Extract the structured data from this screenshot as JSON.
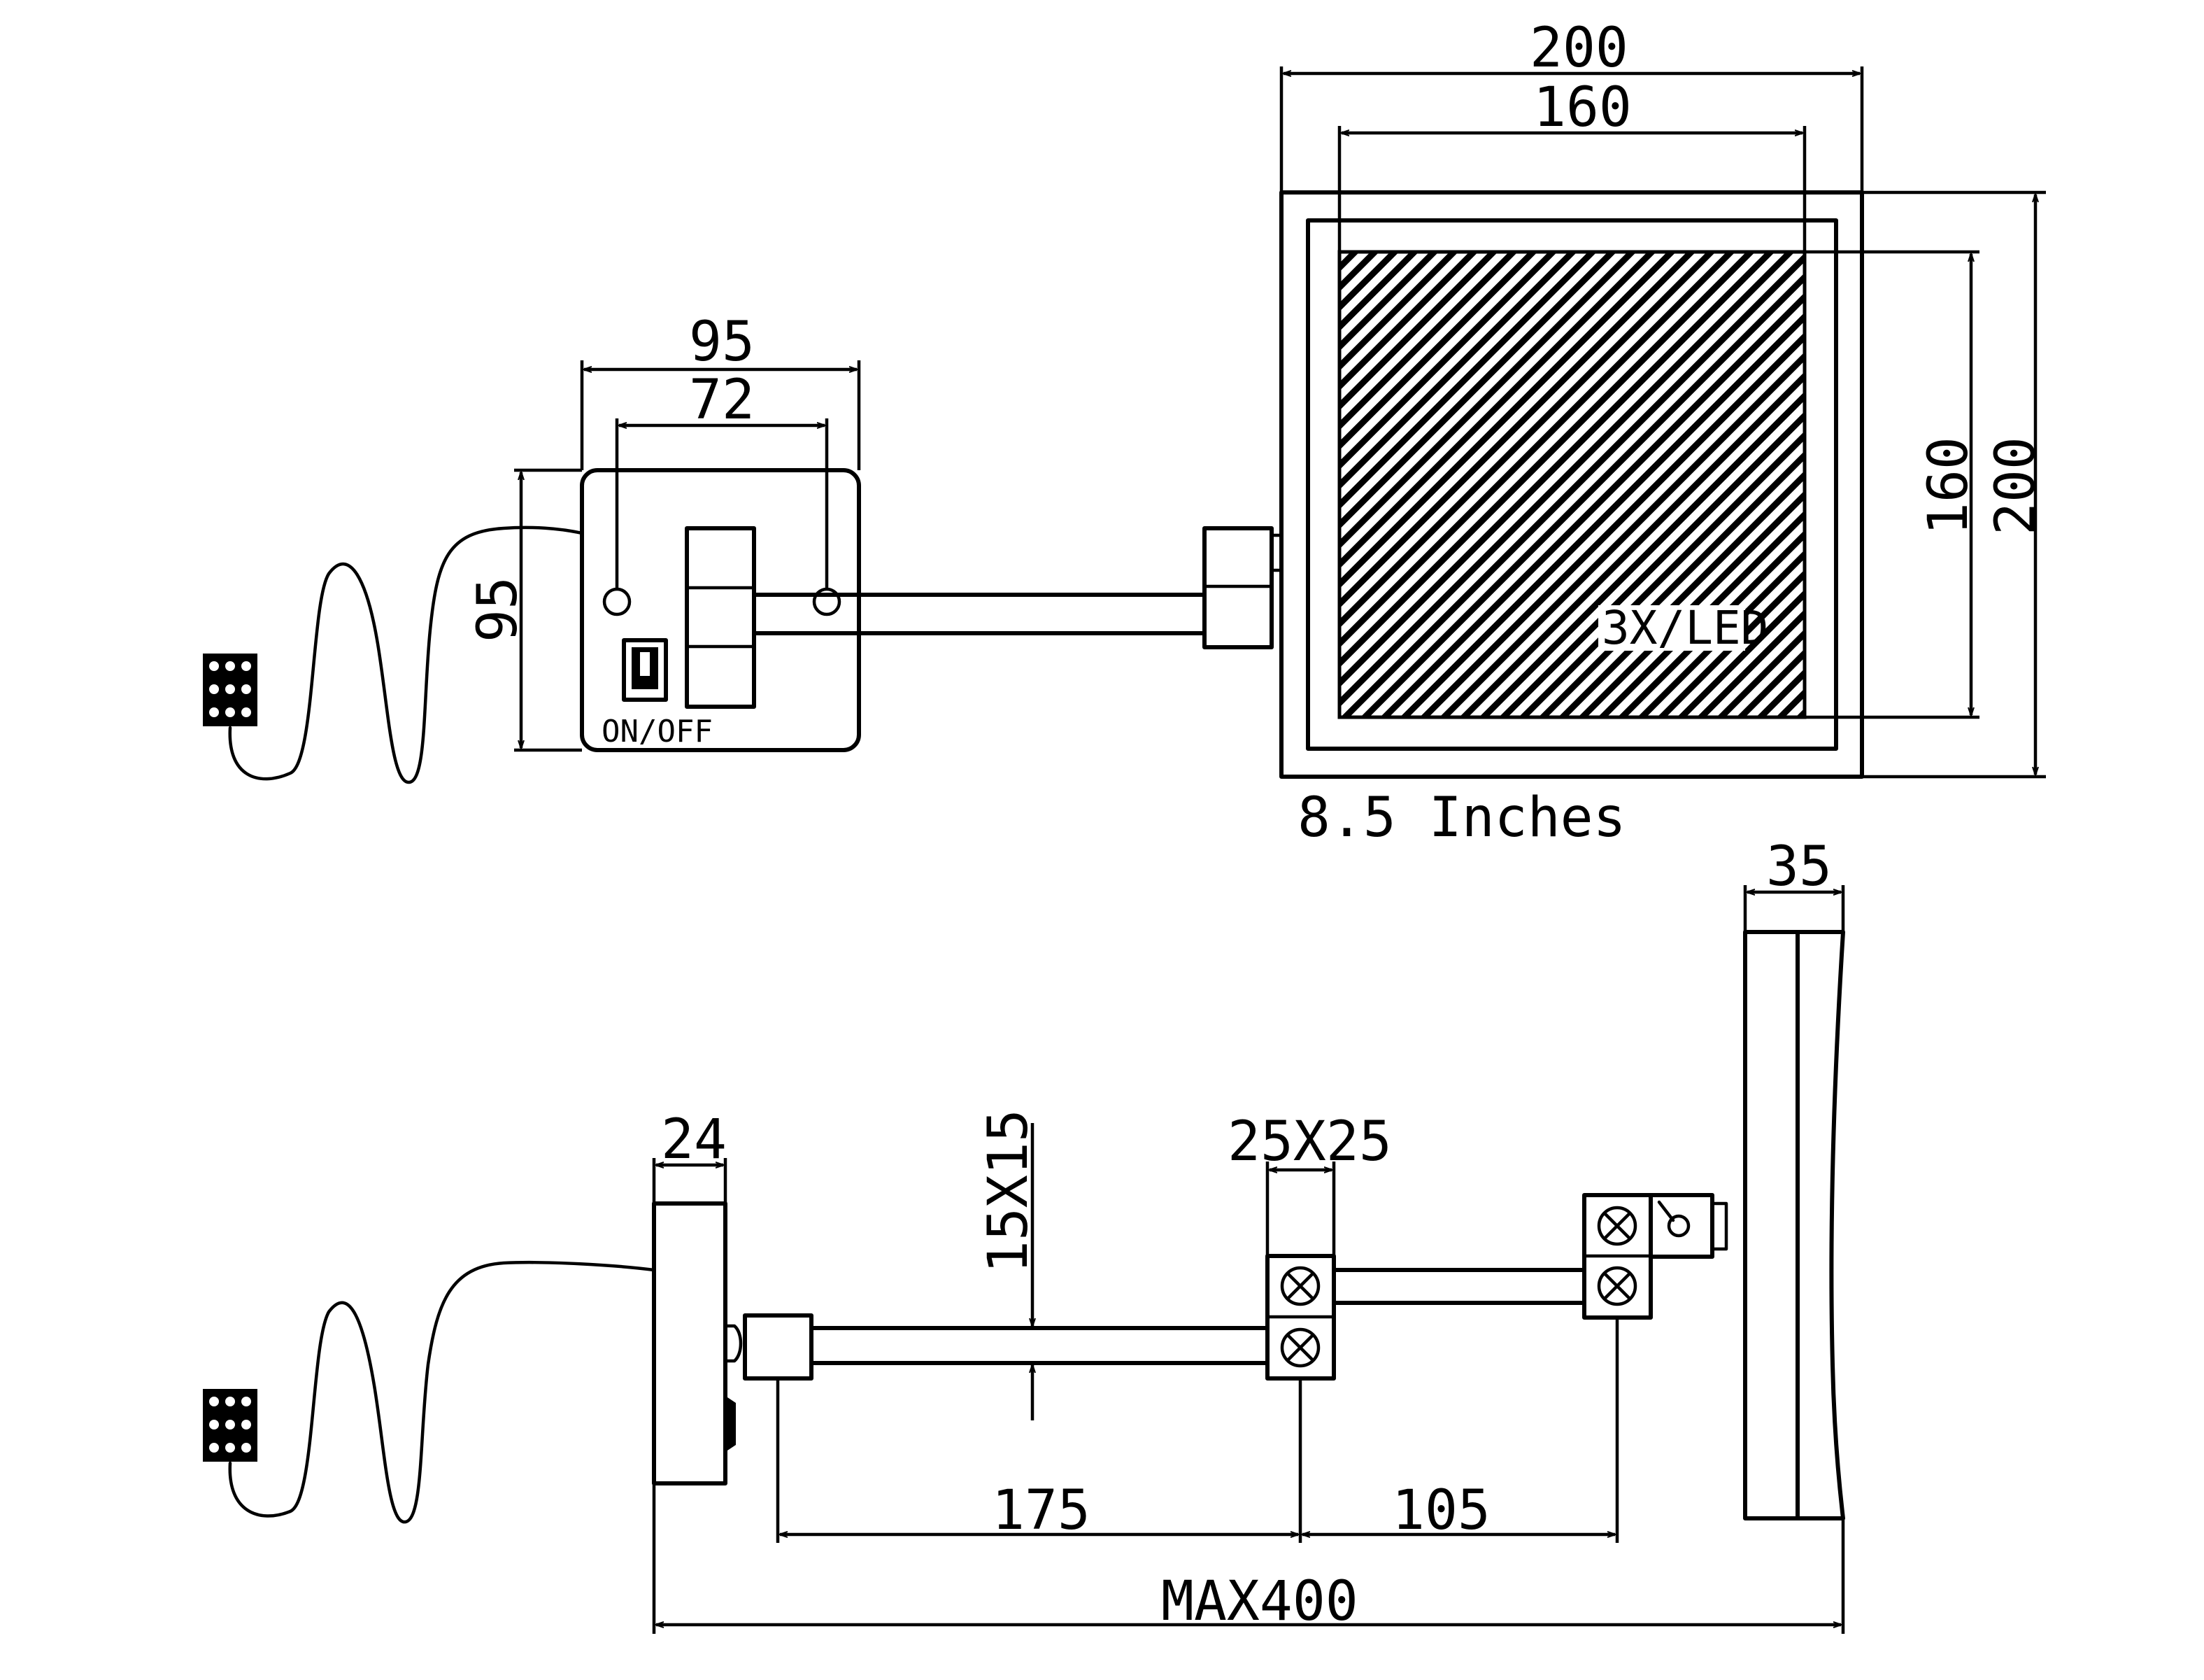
{
  "colors": {
    "line": "#000000",
    "background": "#ffffff"
  },
  "top_view": {
    "mount_width_outer": "95",
    "mount_width_inner": "72",
    "mount_height": "95",
    "switch_label": "ON/OFF",
    "mirror_width_outer": "200",
    "mirror_width_inner": "160",
    "mirror_height_inner": "160",
    "mirror_height_outer": "200",
    "mirror_label": "3X/LED",
    "size_caption": "8.5 Inches"
  },
  "side_view": {
    "frame_depth": "35",
    "base_depth": "24",
    "arm_section": "15X15",
    "joint_size": "25X25",
    "arm1_length": "175",
    "arm2_length": "105",
    "max_extension": "MAX400"
  },
  "icons": [
    "power-plug-icon",
    "power-cable-icon",
    "rocker-switch-icon",
    "hinge-screw-icon"
  ]
}
